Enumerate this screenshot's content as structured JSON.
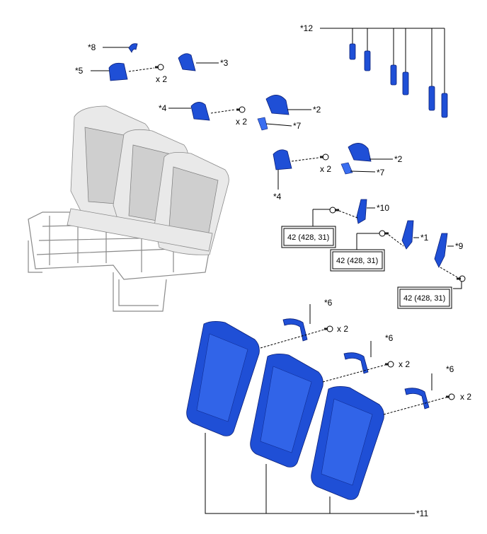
{
  "labels": {
    "l1": "*1",
    "l2a": "*2",
    "l2b": "*2",
    "l3": "*3",
    "l4a": "*4",
    "l4b": "*4",
    "l5": "*5",
    "l6a": "*6",
    "l6b": "*6",
    "l6c": "*6",
    "l7a": "*7",
    "l7b": "*7",
    "l8": "*8",
    "l9": "*9",
    "l10": "*10",
    "l11": "*11",
    "l12": "*12"
  },
  "quantities": {
    "q1": "x 2",
    "q2": "x 2",
    "q3": "x 2",
    "q4": "x 2",
    "q5": "x 2",
    "q6": "x 2"
  },
  "torque": {
    "t1": "42 (428, 31)",
    "t2": "42 (428, 31)",
    "t3": "42 (428, 31)"
  },
  "colors": {
    "part_blue": "#1f4fd6",
    "seat_gray": "#e9e9e9"
  }
}
